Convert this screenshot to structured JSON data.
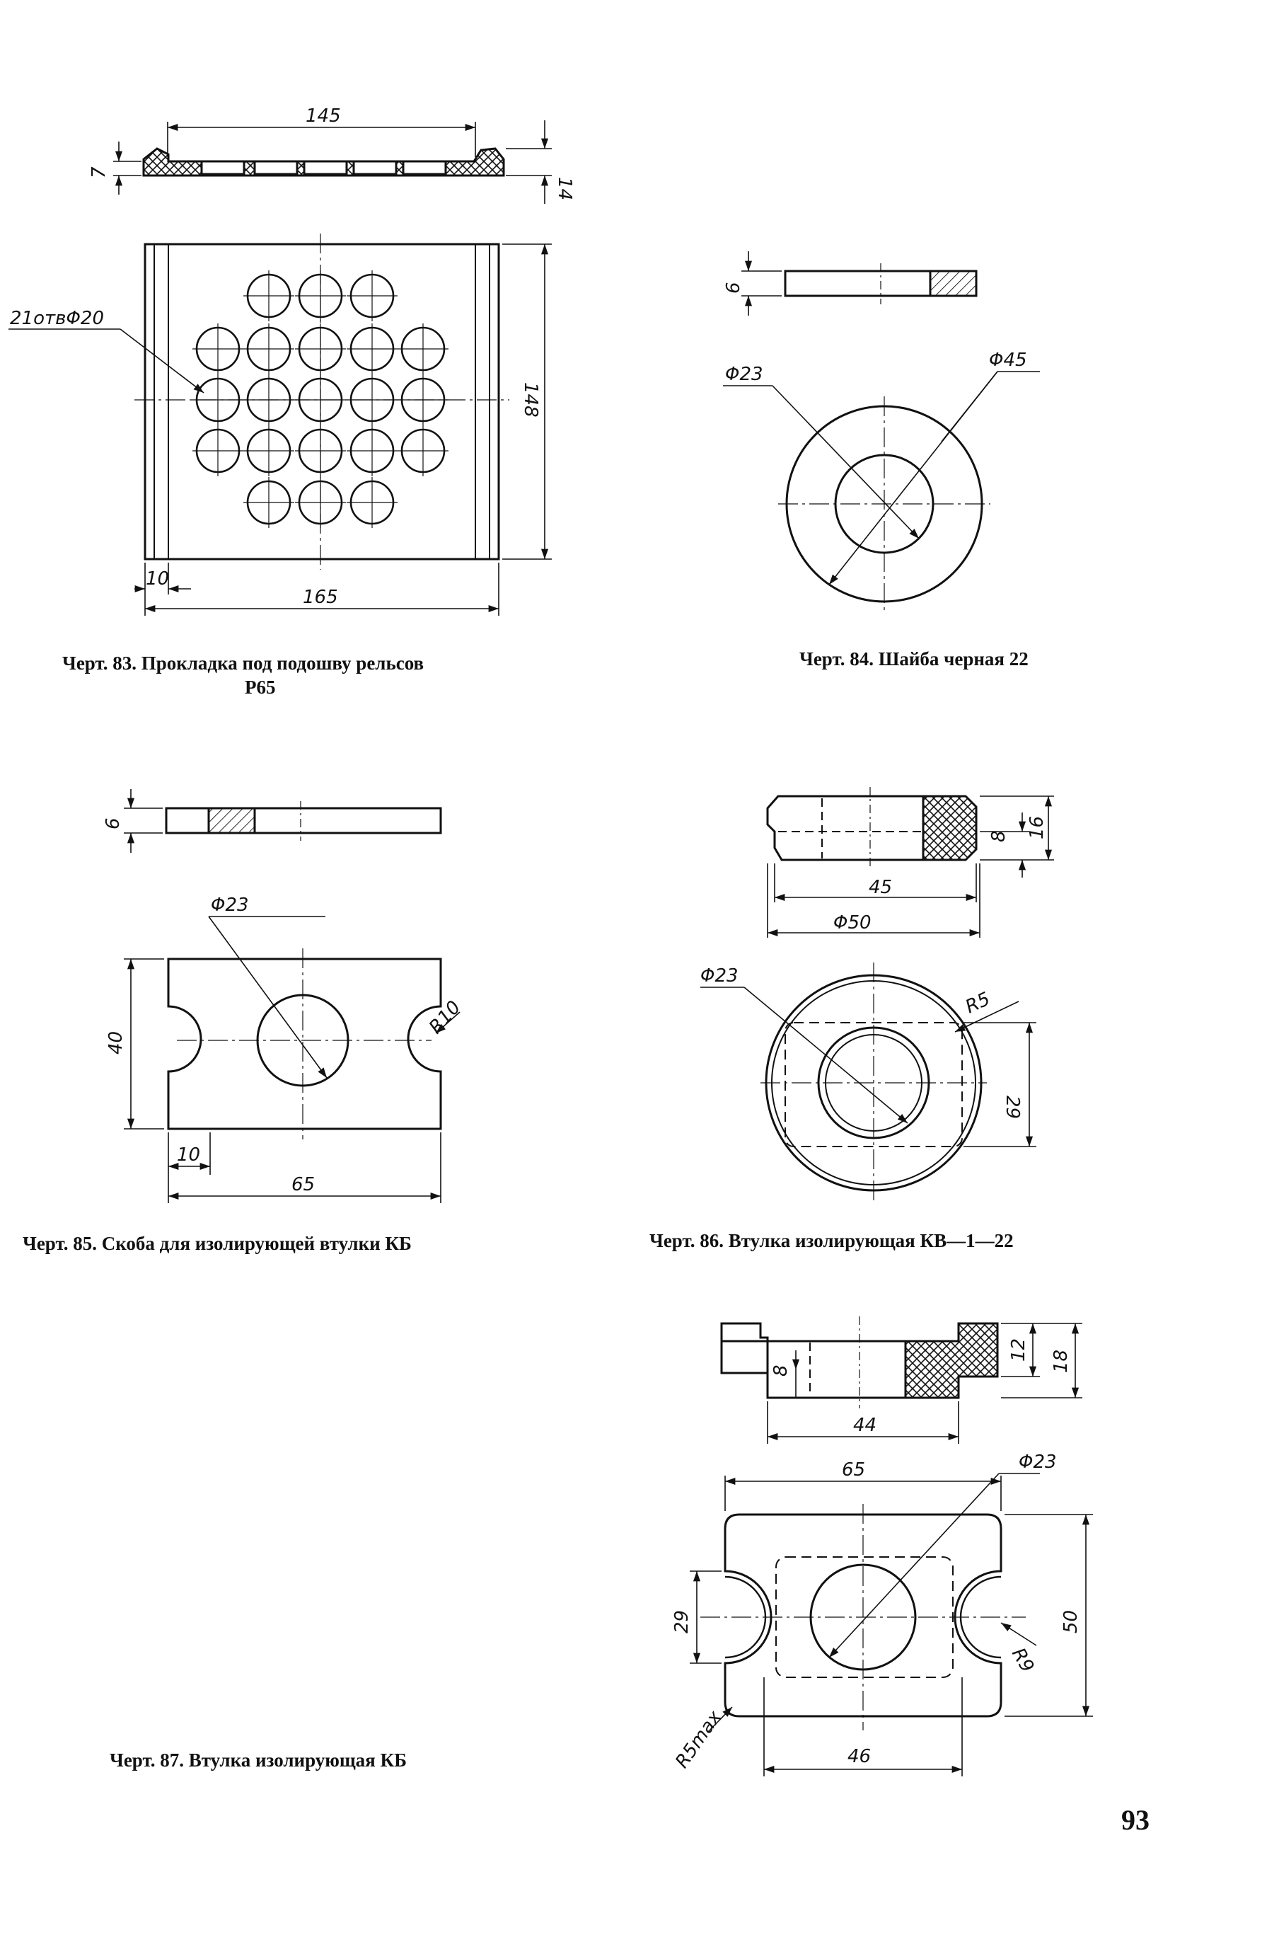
{
  "captions": {
    "fig83_line1": "Черт. 83. Прокладка под подошву рельсов",
    "fig83_line2": "Р65",
    "fig84": "Черт. 84. Шайба черная 22",
    "fig85": "Черт. 85. Скоба для изолирующей втулки КБ",
    "fig86": "Черт. 86. Втулка изолирующая КВ—1—22",
    "fig87": "Черт. 87. Втулка изолирующая КБ"
  },
  "page_number": "93",
  "fig83": {
    "d145": "145",
    "d7": "7",
    "d14": "14",
    "holes": "21отвΦ20",
    "d148": "148",
    "d10": "10",
    "d165": "165"
  },
  "fig84": {
    "d6": "6",
    "d23": "Φ23",
    "d45": "Φ45"
  },
  "fig85": {
    "d6": "6",
    "d23": "Φ23",
    "r10": "R10",
    "d40": "40",
    "d10": "10",
    "d65": "65"
  },
  "fig86": {
    "d8": "8",
    "d16": "16",
    "d45": "45",
    "d50": "Φ50",
    "d23": "Φ23",
    "r5": "R5",
    "d29": "29"
  },
  "fig87": {
    "d8": "8",
    "d12": "12",
    "d18": "18",
    "d44": "44",
    "d65": "65",
    "d23": "Φ23",
    "d29": "29",
    "r9": "R9",
    "d50": "50",
    "r5max": "R5max",
    "d46": "46"
  }
}
